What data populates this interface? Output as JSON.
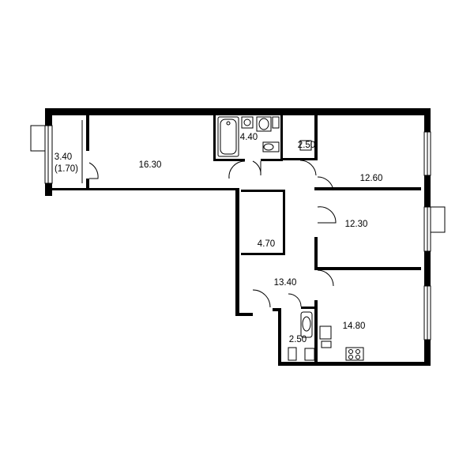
{
  "plan": {
    "rooms": [
      {
        "id": "balcony",
        "area": "3.40",
        "area_secondary": "(1.70)"
      },
      {
        "id": "living",
        "area": "16.30"
      },
      {
        "id": "bathroom",
        "area": "4.40"
      },
      {
        "id": "toilet",
        "area": "2.50"
      },
      {
        "id": "bedroom-1",
        "area": "12.60"
      },
      {
        "id": "bedroom-2",
        "area": "12.30"
      },
      {
        "id": "storage",
        "area": "4.70"
      },
      {
        "id": "hall",
        "area": "13.40"
      },
      {
        "id": "washroom",
        "area": "2.50"
      },
      {
        "id": "kitchen",
        "area": "14.80"
      }
    ],
    "colors": {
      "wall": "#000000",
      "background": "#ffffff"
    }
  }
}
